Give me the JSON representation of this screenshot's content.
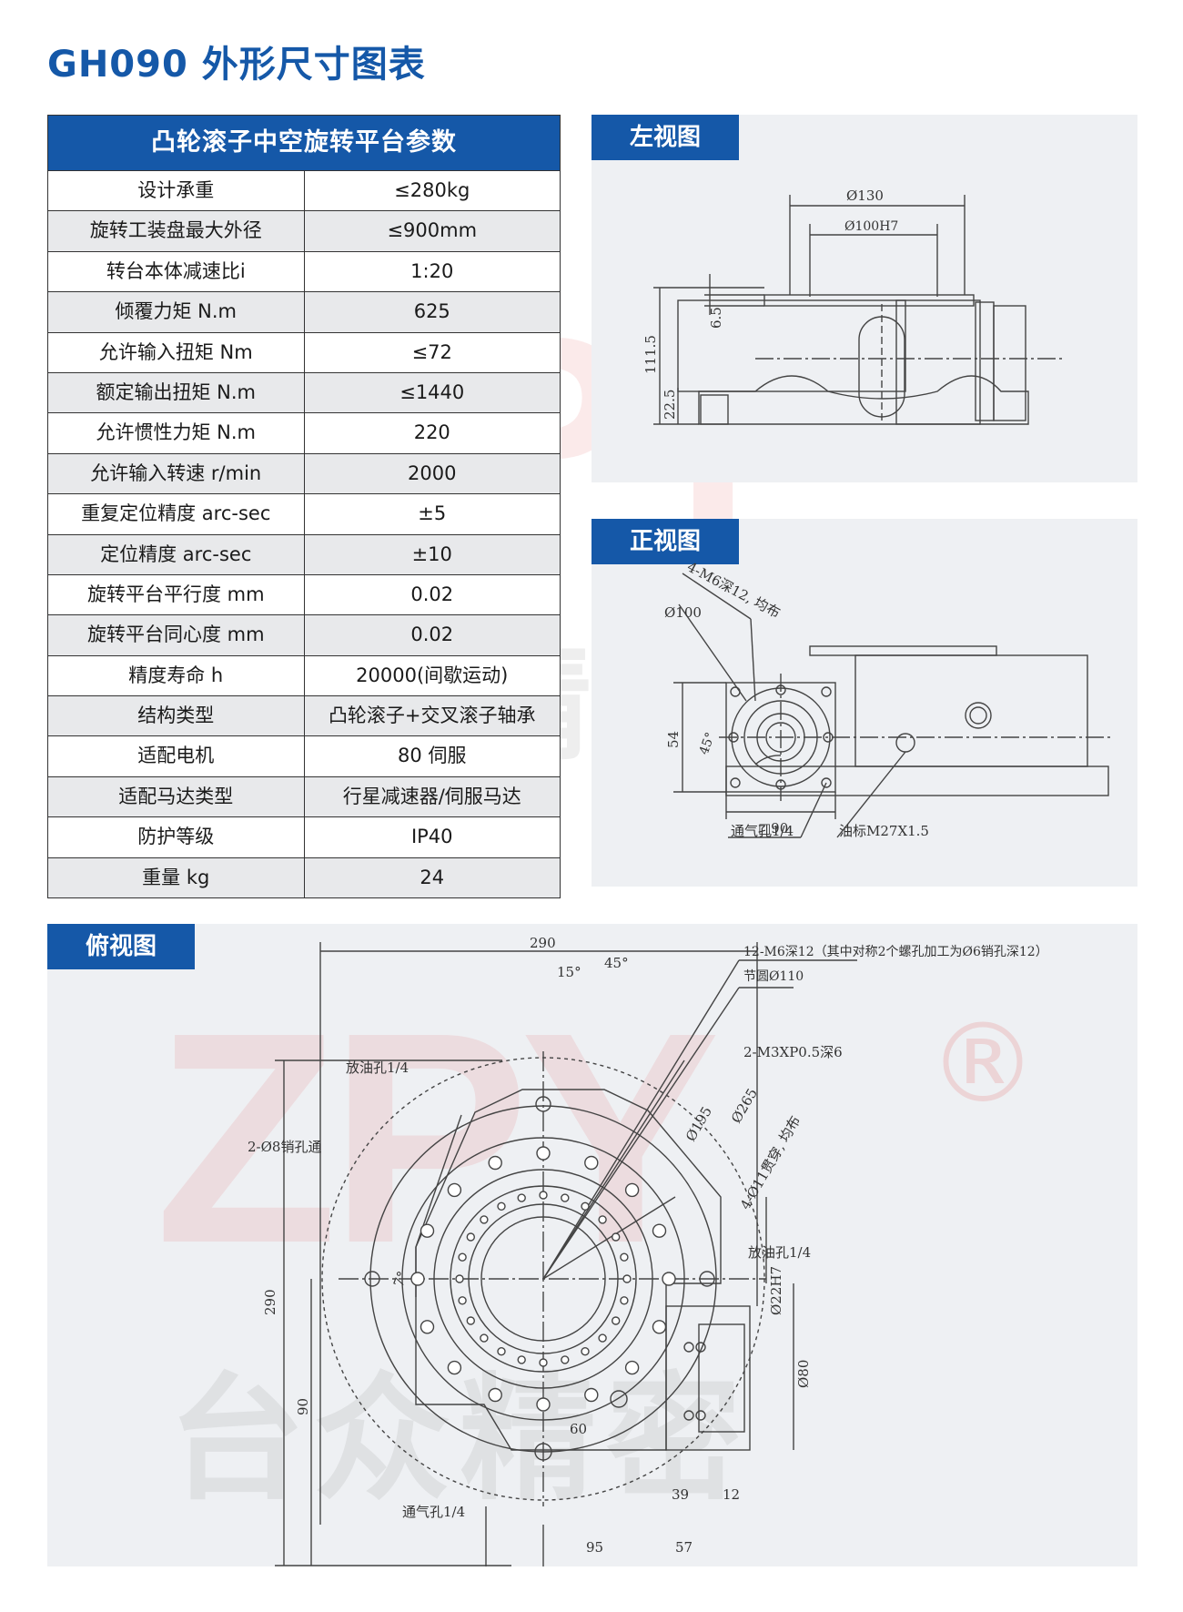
{
  "page_title": "GH090 外形尺寸图表",
  "table": {
    "header": "凸轮滚子中空旋转平台参数",
    "rows": [
      {
        "label": "设计承重",
        "value": "≤280kg"
      },
      {
        "label": "旋转工装盘最大外径",
        "value": "≤900mm"
      },
      {
        "label": "转台本体减速比i",
        "value": "1:20"
      },
      {
        "label": "倾覆力矩 N.m",
        "value": "625"
      },
      {
        "label": "允许输入扭矩 Nm",
        "value": "≤72"
      },
      {
        "label": "额定输出扭矩 N.m",
        "value": "≤1440"
      },
      {
        "label": "允许惯性力矩 N.m",
        "value": "220"
      },
      {
        "label": "允许输入转速 r/min",
        "value": "2000"
      },
      {
        "label": "重复定位精度 arc-sec",
        "value": "±5"
      },
      {
        "label": "定位精度 arc-sec",
        "value": "±10"
      },
      {
        "label": "旋转平台平行度 mm",
        "value": "0.02"
      },
      {
        "label": "旋转平台同心度 mm",
        "value": "0.02"
      },
      {
        "label": "精度寿命 h",
        "value": "20000(间歇运动)"
      },
      {
        "label": "结构类型",
        "value": "凸轮滚子+交叉滚子轴承"
      },
      {
        "label": "适配电机",
        "value": "80 伺服"
      },
      {
        "label": "适配马达类型",
        "value": "行星减速器/伺服马达"
      },
      {
        "label": "防护等级",
        "value": "IP40"
      },
      {
        "label": "重量 kg",
        "value": "24"
      }
    ]
  },
  "left_view": {
    "label": "左视图",
    "dims": {
      "d130": "Ø130",
      "d100h7": "Ø100H7",
      "h65": "6.5",
      "h1115": "111.5",
      "h225": "22.5"
    }
  },
  "front_view": {
    "label": "正视图",
    "dims": {
      "holes": "4-M6深12, 均布",
      "d100": "Ø100",
      "h54": "54",
      "a45": "45°",
      "sq90": "□90",
      "vent": "通气孔1/4",
      "m27": "油标M27X1.5"
    }
  },
  "top_view": {
    "label": "俯视图",
    "dims": {
      "w290": "290",
      "h290": "290",
      "a15": "15°",
      "a45": "45°",
      "m6": "12-M6深12（其中对称2个螺孔加工为Ø6销孔深12）",
      "pitch110": "节圆Ø110",
      "m3": "2-M3XP0.5深6",
      "d195": "Ø195",
      "d265": "Ø265",
      "through": "4-Ø11贯穿, 均布",
      "drain_left": "放油孔1/4",
      "drain_right": "放油孔1/4",
      "pin8": "2-Ø8销孔通",
      "vent": "通气孔1/4",
      "d22h7": "Ø22H7",
      "d80": "Ø80",
      "h90": "90",
      "w60": "60",
      "w39": "39",
      "w12": "12",
      "w95": "95",
      "w57": "57",
      "a7": "7°"
    }
  },
  "watermark": {
    "letters": "ZPY",
    "reg": "®",
    "cn": "台众精密"
  }
}
